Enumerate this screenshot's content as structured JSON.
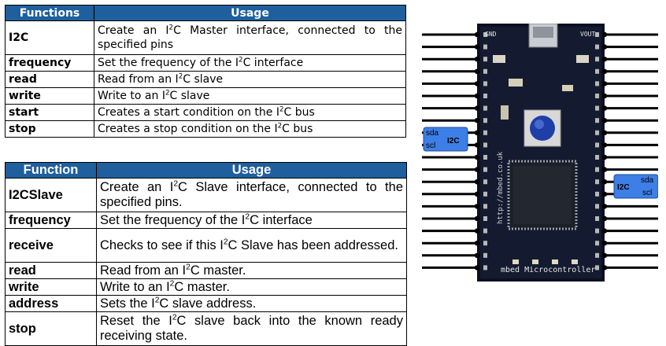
{
  "table1": {
    "headers": [
      "Functions",
      "Usage"
    ],
    "rows": [
      {
        "fn": "I2C",
        "usage_pre": "Create an I",
        "usage_sup": "2",
        "usage_post": "C Master interface, connected to the specified pins"
      },
      {
        "fn": "frequency",
        "usage_pre": "Set the frequency of the I",
        "usage_sup": "2",
        "usage_post": "C interface"
      },
      {
        "fn": "read",
        "usage_pre": "Read from an I",
        "usage_sup": "2",
        "usage_post": "C slave"
      },
      {
        "fn": "write",
        "usage_pre": "Write to an I",
        "usage_sup": "2",
        "usage_post": "C slave"
      },
      {
        "fn": "start",
        "usage_pre": "Creates a start condition on the I",
        "usage_sup": "2",
        "usage_post": "C bus"
      },
      {
        "fn": "stop",
        "usage_pre": "Creates a stop condition on the I",
        "usage_sup": "2",
        "usage_post": "C bus"
      }
    ]
  },
  "table2": {
    "headers": [
      "Function",
      "Usage"
    ],
    "rows": [
      {
        "fn": "I2CSlave",
        "usage_pre": "Create an I",
        "usage_sup": "2",
        "usage_post": "C Slave interface, connected to the specified pins."
      },
      {
        "fn": "frequency",
        "usage_pre": "Set the frequency of the I",
        "usage_sup": "2",
        "usage_post": "C interface"
      },
      {
        "fn": "receive",
        "usage_pre": "Checks to see if this I",
        "usage_sup": "2",
        "usage_post": "C Slave has been addressed."
      },
      {
        "fn": "read",
        "usage_pre": "Read from an I",
        "usage_sup": "2",
        "usage_post": "C master."
      },
      {
        "fn": "write",
        "usage_pre": "Write to an I",
        "usage_sup": "2",
        "usage_post": "C master."
      },
      {
        "fn": "address",
        "usage_pre": "Sets the I",
        "usage_sup": "2",
        "usage_post": "C slave address."
      },
      {
        "fn": "stop",
        "usage_pre": "Reset the I",
        "usage_sup": "2",
        "usage_post": "C slave back into the known ready receiving state."
      }
    ]
  },
  "board": {
    "left_label_main": "I2C",
    "left_label_sda": "sda",
    "left_label_scl": "scl",
    "right_label_main": "I2C",
    "right_label_sda": "sda",
    "right_label_scl": "scl",
    "header_left": "GND",
    "header_right": "VOUT",
    "vertical_text": "http://mbed.co.uk",
    "bottom_text": "mbed Microcontroller",
    "colors": {
      "connector_box": "#3d7fe6",
      "board": "#0b1020",
      "header_bar": "#1f5f9e"
    }
  }
}
